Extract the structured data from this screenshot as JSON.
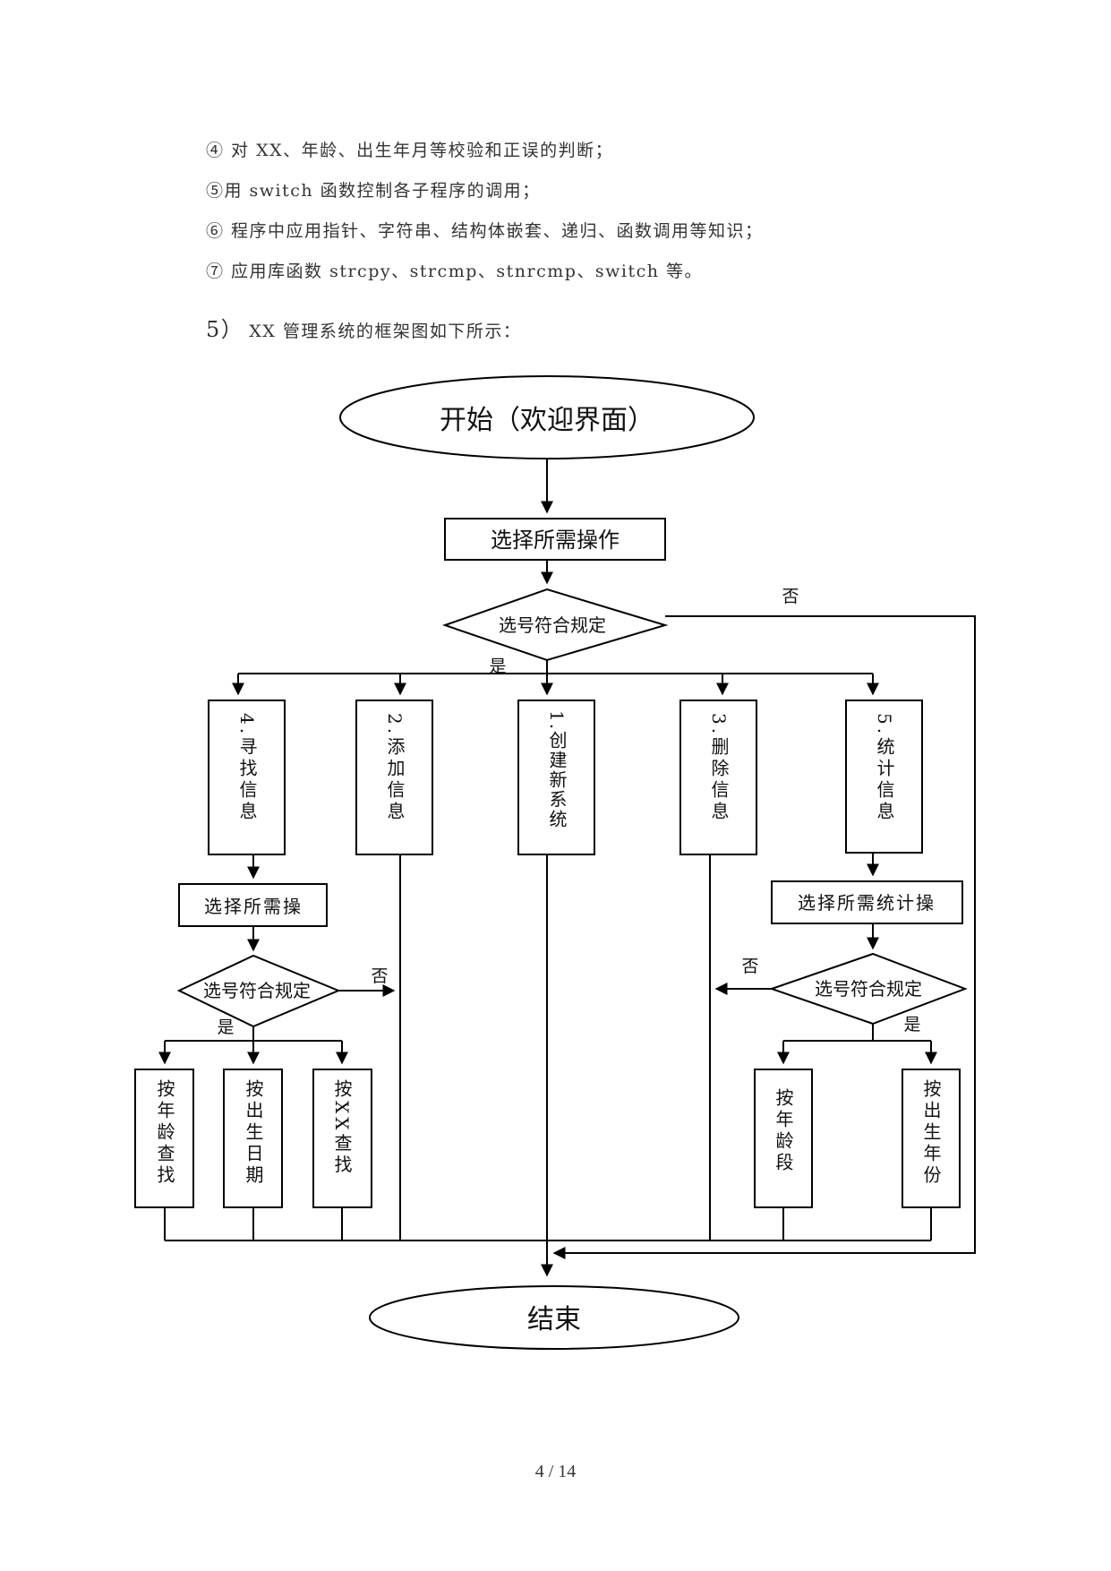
{
  "text_lines": [
    "④ 对 XX、年龄、出生年月等校验和正误的判断；",
    "⑤用 switch 函数控制各子程序的调用；",
    "⑥ 程序中应用指针、字符串、结构体嵌套、递归、函数调用等知识；",
    "⑦ 应用库函数 strcpy、strcmp、stnrcmp、switch 等。"
  ],
  "heading": {
    "number": "5）",
    "text": "XX 管理系统的框架图如下所示："
  },
  "flowchart": {
    "start": "开始（欢迎界面）",
    "select_op": "选择所需操作",
    "check": "选号符合规定",
    "no": "否",
    "yes": "是",
    "menu": {
      "search": "4.寻找信息",
      "add": "2.添加信息",
      "create": "1.创建新系统",
      "delete": "3.删除信息",
      "stats": "5.统计信息"
    },
    "search_branch": {
      "select": "选择所需操",
      "check": "选号符合规定",
      "no": "否",
      "yes": "是",
      "by_age": "按年龄查找",
      "by_birth_date": "按出生日期",
      "by_xx": "按XX查找"
    },
    "stats_branch": {
      "select": "选择所需统计操",
      "check": "选号符合规定",
      "no": "否",
      "yes": "是",
      "by_age_range": "按年龄段",
      "by_birth_year": "按出生年份"
    },
    "end": "结束"
  },
  "page_number": "4 / 14"
}
